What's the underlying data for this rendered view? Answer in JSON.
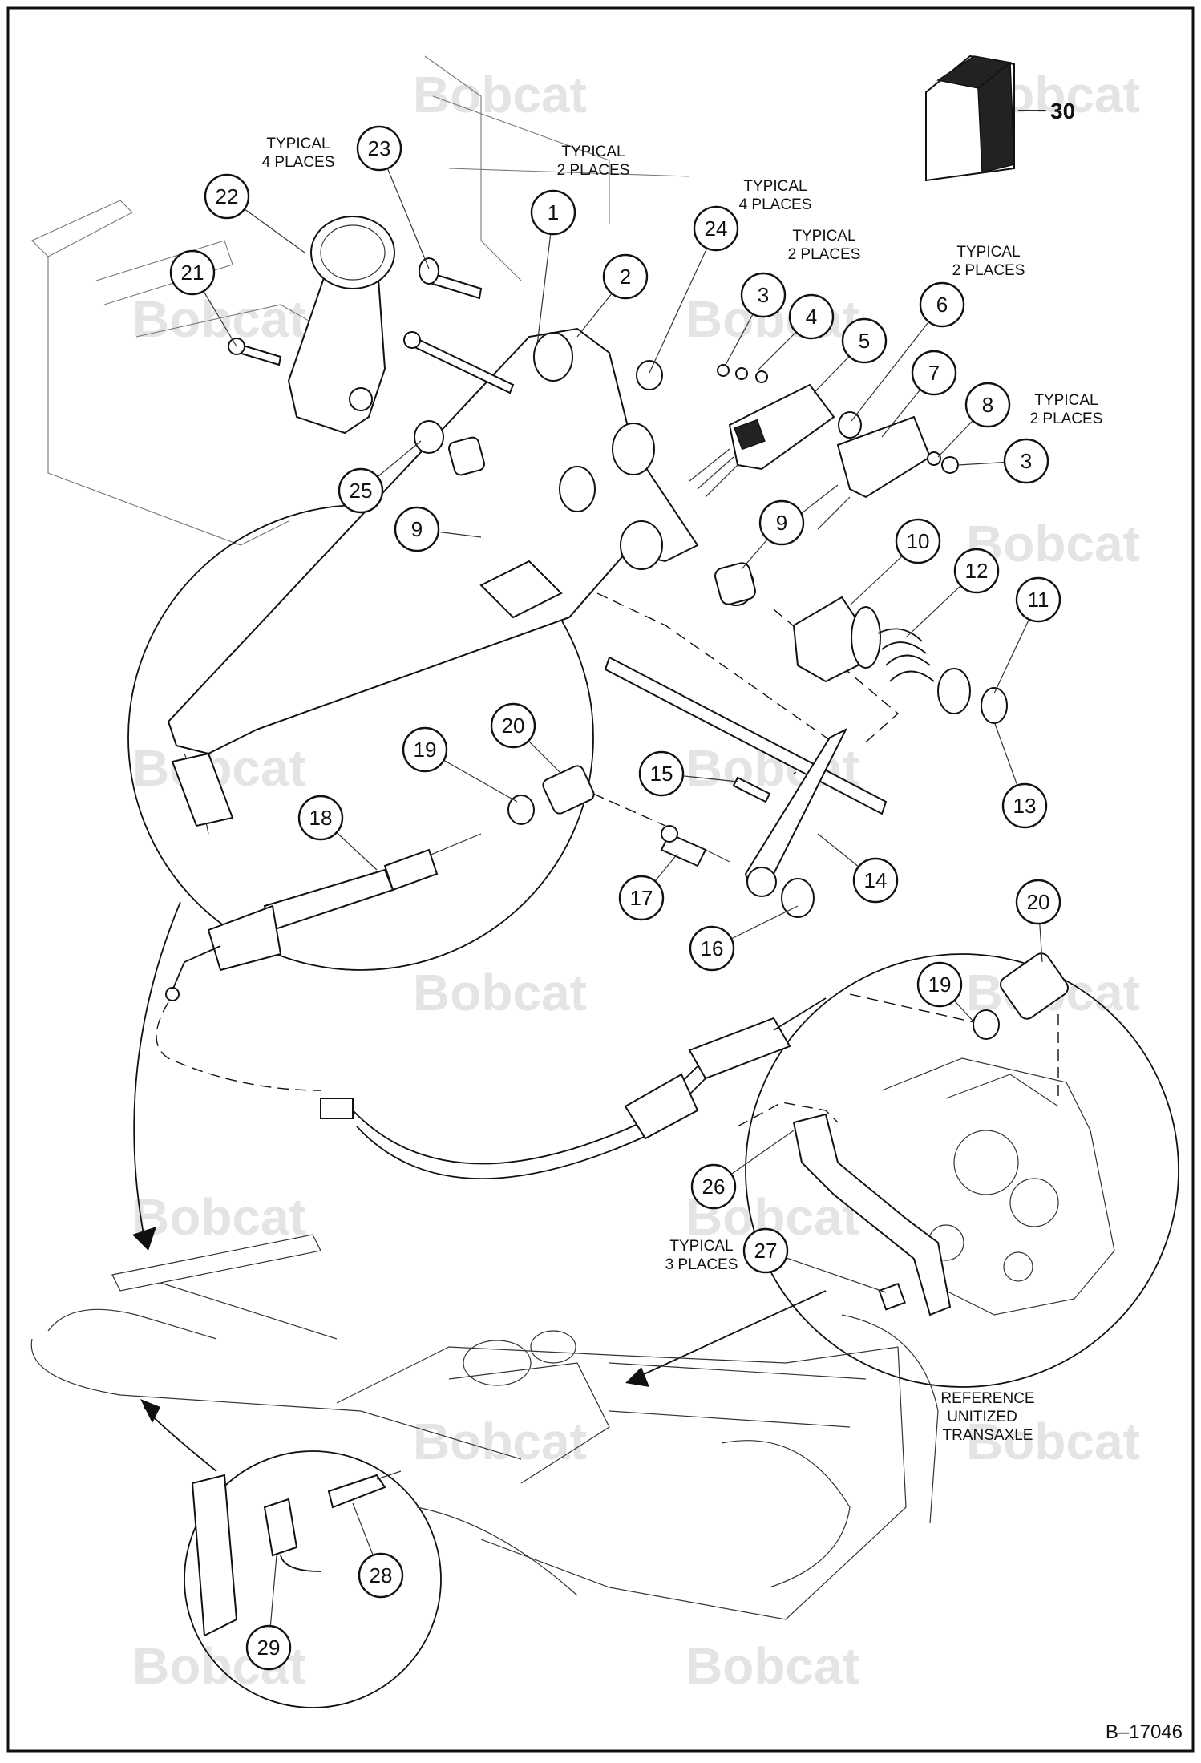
{
  "callouts": [
    {
      "n": "1"
    },
    {
      "n": "2"
    },
    {
      "n": "3"
    },
    {
      "n": "3"
    },
    {
      "n": "4"
    },
    {
      "n": "5"
    },
    {
      "n": "6"
    },
    {
      "n": "7"
    },
    {
      "n": "8"
    },
    {
      "n": "9"
    },
    {
      "n": "9"
    },
    {
      "n": "10"
    },
    {
      "n": "11"
    },
    {
      "n": "12"
    },
    {
      "n": "13"
    },
    {
      "n": "14"
    },
    {
      "n": "15"
    },
    {
      "n": "16"
    },
    {
      "n": "17"
    },
    {
      "n": "18"
    },
    {
      "n": "19"
    },
    {
      "n": "19"
    },
    {
      "n": "20"
    },
    {
      "n": "20"
    },
    {
      "n": "21"
    },
    {
      "n": "22"
    },
    {
      "n": "23"
    },
    {
      "n": "24"
    },
    {
      "n": "25"
    },
    {
      "n": "26"
    },
    {
      "n": "27"
    },
    {
      "n": "28"
    },
    {
      "n": "29"
    }
  ],
  "notes": [
    {
      "line1": "TYPICAL",
      "line2": "4 PLACES"
    },
    {
      "line1": "TYPICAL",
      "line2": "2 PLACES"
    },
    {
      "line1": "TYPICAL",
      "line2": "4 PLACES"
    },
    {
      "line1": "TYPICAL",
      "line2": "2 PLACES"
    },
    {
      "line1": "TYPICAL",
      "line2": "2 PLACES"
    },
    {
      "line1": "TYPICAL",
      "line2": "2 PLACES"
    },
    {
      "line1": "TYPICAL",
      "line2": "3 PLACES"
    }
  ],
  "reference_label": {
    "line1": "REFERENCE",
    "line2": "UNITIZED",
    "line3": "TRANSAXLE"
  },
  "kit_label": "30",
  "watermark": "Bobcat",
  "doc_number": "B–17046"
}
